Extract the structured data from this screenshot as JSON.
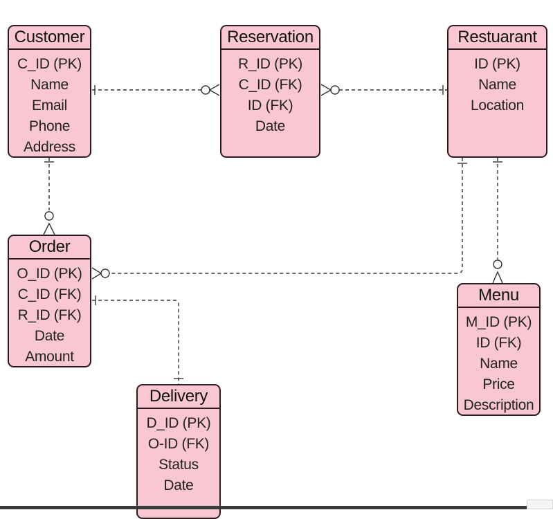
{
  "diagram": {
    "entities": {
      "customer": {
        "title": "Customer",
        "attributes": [
          "C_ID (PK)",
          "Name",
          "Email",
          "Phone",
          "Address"
        ]
      },
      "reservation": {
        "title": "Reservation",
        "attributes": [
          "R_ID (PK)",
          "C_ID (FK)",
          "ID (FK)",
          "Date"
        ]
      },
      "restaurant": {
        "title": "Restuarant",
        "attributes": [
          "ID (PK)",
          "Name",
          "Location"
        ]
      },
      "order": {
        "title": "Order",
        "attributes": [
          "O_ID (PK)",
          "C_ID (FK)",
          "R_ID (FK)",
          "Date",
          "Amount"
        ]
      },
      "menu": {
        "title": "Menu",
        "attributes": [
          "M_ID (PK)",
          "ID (FK)",
          "Name",
          "Price",
          "Description"
        ]
      },
      "delivery": {
        "title": "Delivery",
        "attributes": [
          "D_ID (PK)",
          "O-ID (FK)",
          "Status",
          "Date"
        ]
      }
    },
    "colors": {
      "entity_fill": "#f9c7d2",
      "entity_border": "#2b1a1f",
      "connector": "#333333"
    }
  }
}
